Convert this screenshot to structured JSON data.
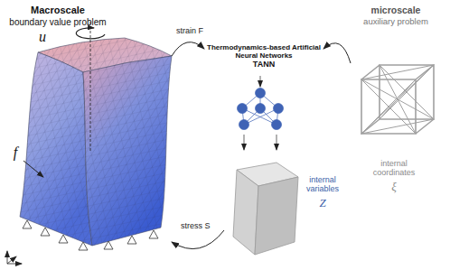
{
  "diagram": {
    "nodes": [
      {
        "text": [
          "Macroscale",
          "boundary value problem"
        ]
      },
      {
        "text": [
          "Thermodynamics-based Artificial Neural Networks",
          "TANN"
        ]
      },
      {
        "text": [
          "microscale",
          "auxiliary problem"
        ]
      },
      {
        "text": [
          "internal variables",
          "Z"
        ]
      }
    ],
    "edges": [
      {
        "from": 0,
        "to": 1,
        "label": "strain F",
        "arrow": "to"
      },
      {
        "from": 2,
        "to": 1,
        "arrow": "to"
      },
      {
        "from": 3,
        "to": 0,
        "label": "stress S",
        "arrow": "to"
      }
    ],
    "labels": [
      "u",
      "f",
      "internal coordinates",
      "ξ"
    ]
  }
}
